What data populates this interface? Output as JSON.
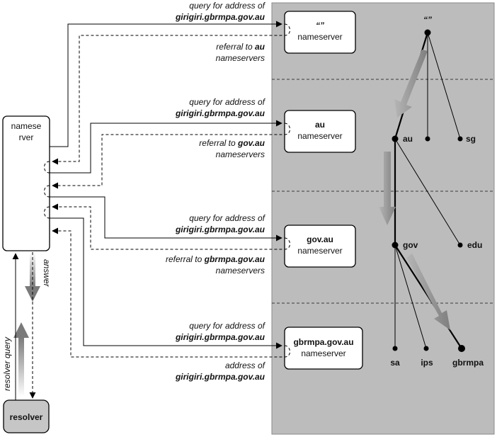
{
  "colors": {
    "panel": "#bcbcbc",
    "arrow_grey": "#8c8c8c",
    "resolver_fill": "#c6c6c6"
  },
  "left": {
    "nameserver_box": {
      "line1": "namese",
      "line2": "rver"
    },
    "resolver_box": {
      "label": "resolver"
    },
    "resolver_query_label": "resolver query",
    "answer_label": "answer"
  },
  "messages": [
    {
      "query_line1": "query for address of",
      "query_line2": "girigiri.gbrmpa.gov.au",
      "reply_line1": "referral to ",
      "reply_bold": "au",
      "reply_line2": "nameservers"
    },
    {
      "query_line1": "query for address of",
      "query_line2": "girigiri.gbrmpa.gov.au",
      "reply_line1": "referral to ",
      "reply_bold": "gov.au",
      "reply_line2": "nameservers"
    },
    {
      "query_line1": "query for address of",
      "query_line2": "girigiri.gbrmpa.gov.au",
      "reply_line1": "referral to ",
      "reply_bold": "gbrmpa.gov.au",
      "reply_line2": "nameservers"
    },
    {
      "query_line1": "query for address of",
      "query_line2": "girigiri.gbrmpa.gov.au",
      "reply_line1": "address of",
      "reply_line2": "girigiri.gbrmpa.gov.au"
    }
  ],
  "nameservers": [
    {
      "zone": "“”",
      "sub": "nameserver"
    },
    {
      "zone": "au",
      "sub": "nameserver"
    },
    {
      "zone": "gov.au",
      "sub": "nameserver"
    },
    {
      "zone": "gbrmpa.gov.au",
      "sub": "nameserver"
    }
  ],
  "tree": {
    "root": "“”",
    "level1": [
      "au",
      "sg"
    ],
    "level2": [
      "gov",
      "edu"
    ],
    "level3": [
      "sa",
      "ips",
      "gbrmpa"
    ]
  }
}
